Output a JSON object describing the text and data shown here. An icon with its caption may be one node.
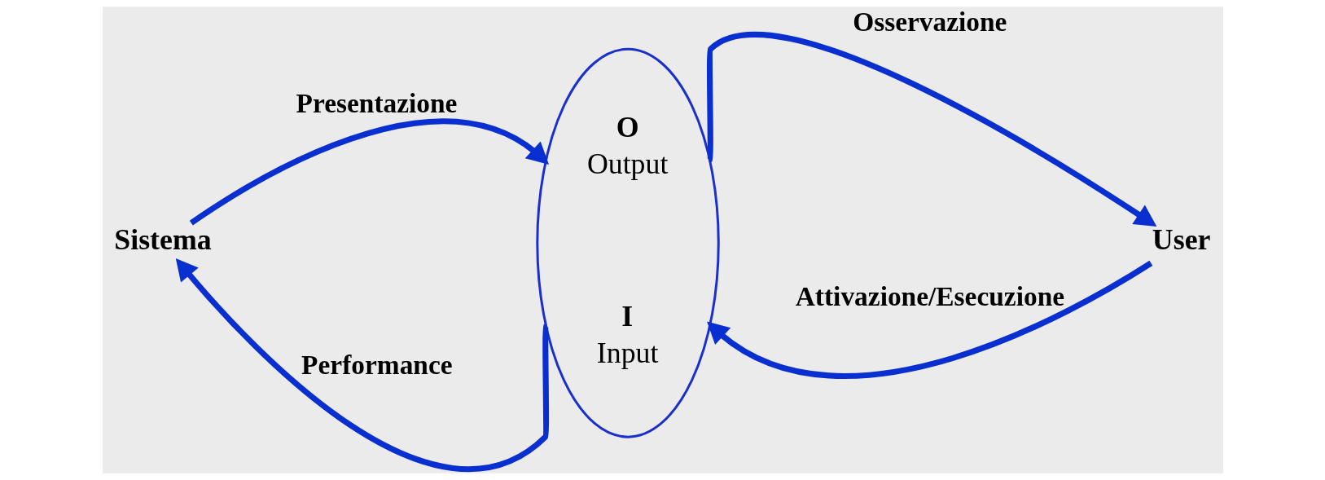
{
  "diagram": {
    "nodes": [
      {
        "text": [
          "Sistema"
        ]
      },
      {
        "text": [
          "O",
          "Output",
          "I",
          "Input"
        ]
      },
      {
        "text": [
          "User"
        ]
      }
    ],
    "edges": [
      {
        "from": 0,
        "to": 1,
        "arrow": "to",
        "label": "Presentazione"
      },
      {
        "from": 1,
        "to": 2,
        "arrow": "to",
        "label": "Osservazione"
      },
      {
        "from": 2,
        "to": 1,
        "arrow": "to",
        "label": "Attivazione/Esecuzione"
      },
      {
        "from": 1,
        "to": 0,
        "arrow": "to",
        "label": "Performance"
      }
    ]
  }
}
